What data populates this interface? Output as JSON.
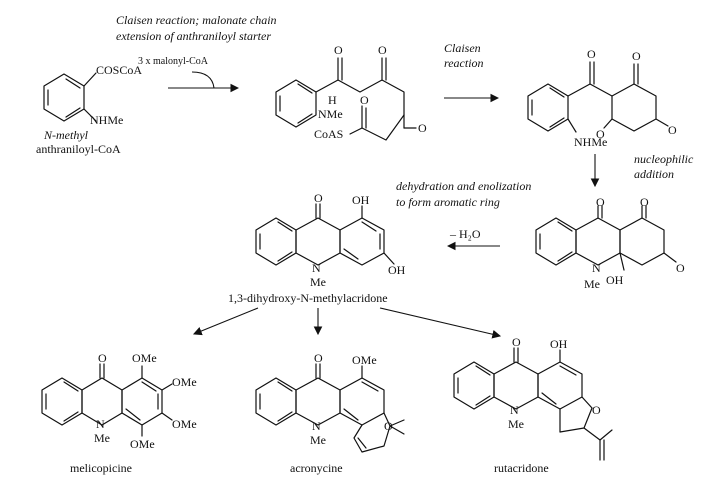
{
  "notes": {
    "claisen_malonate_line1": "Claisen reaction; malonate chain",
    "claisen_malonate_line2": "extension of anthraniloyl starter",
    "malonyl": "3 x malonyl-CoA",
    "claisen2_line1": "Claisen",
    "claisen2_line2": "reaction",
    "nucleophilic_line1": "nucleophilic",
    "nucleophilic_line2": "addition",
    "dehydration_line1": "dehydration and enolization",
    "dehydration_line2": "to form aromatic ring",
    "water_loss": "– H₂O"
  },
  "labels": {
    "coscoa": "COSCoA",
    "nhme_start": "NHMe",
    "start_name_line1": "N-methyl",
    "start_name_line2": "anthraniloyl-CoA",
    "o": "O",
    "h": "H",
    "nme": "NMe",
    "coas": "CoAS",
    "nhme2": "NHMe",
    "n": "N",
    "me": "Me",
    "meoh_me": "Me",
    "oh": "OH",
    "ome": "OMe",
    "acridone_name": "1,3-dihydroxy-N-methylacridone"
  },
  "products": {
    "melicopicine": "melicopicine",
    "acronycine": "acronycine",
    "rutacridone": "rutacridone"
  }
}
